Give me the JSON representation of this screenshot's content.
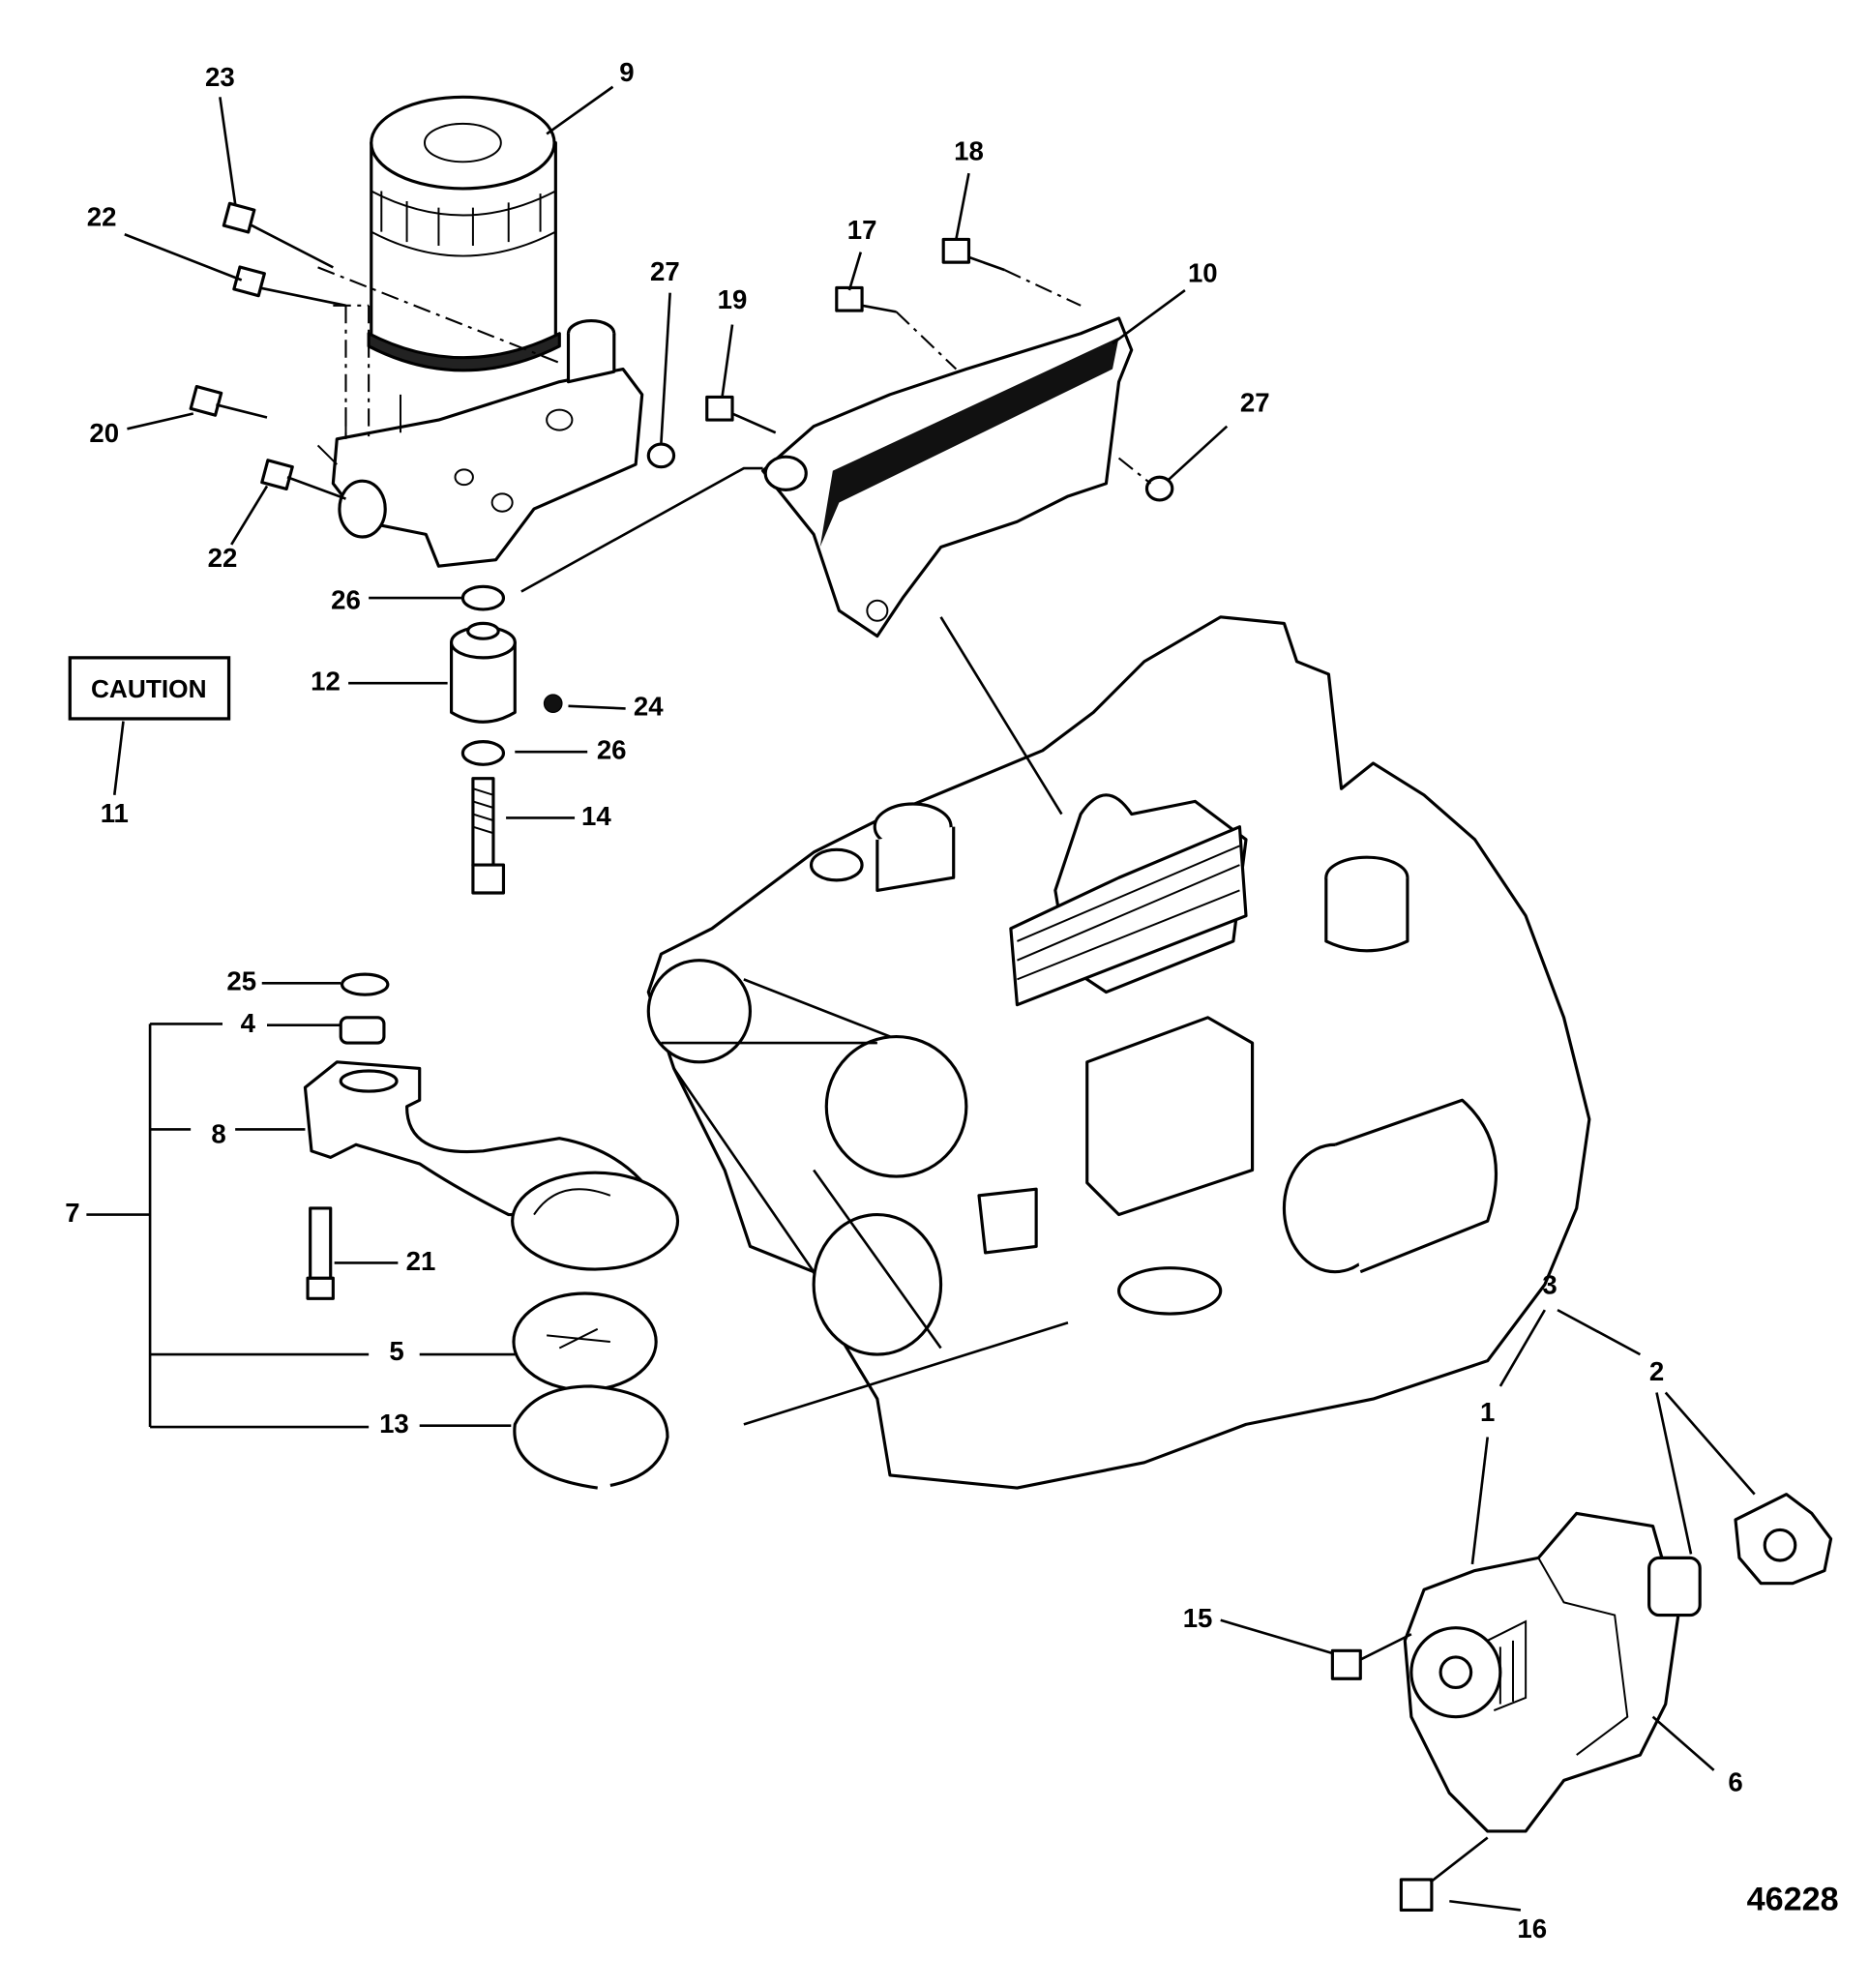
{
  "diagram": {
    "drawing_number": "46228",
    "caution_label": "CAUTION",
    "callouts": [
      "23",
      "9",
      "22",
      "27",
      "19",
      "17",
      "18",
      "10",
      "27",
      "20",
      "22",
      "26",
      "11",
      "12",
      "24",
      "26",
      "14",
      "25",
      "4",
      "8",
      "7",
      "21",
      "5",
      "13",
      "3",
      "2",
      "1",
      "15",
      "6",
      "16"
    ]
  }
}
